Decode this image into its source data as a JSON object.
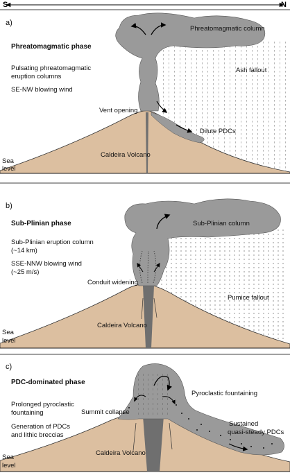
{
  "axis": {
    "left": "S",
    "right": "N"
  },
  "colors": {
    "ground": "#dcbfa0",
    "plume": "#9a9a9a",
    "plume_dark": "#7c7c7c",
    "conduit": "#6f6f6f"
  },
  "panels": [
    {
      "letter": "a)",
      "phase_title": "Phreatomagmatic phase",
      "notes": [
        "Pulsating phreatomagmatic",
        "eruption columns",
        "SE-NW blowing wind"
      ],
      "labels": {
        "column": "Phreatomagmatic column",
        "fallout": "Ash fallout",
        "vent": "Vent opening",
        "pdc": "Dilute PDCs",
        "volcano": "Caldeira Volcano",
        "sea": "Sea",
        "level": "level"
      }
    },
    {
      "letter": "b)",
      "phase_title": "Sub-Plinian phase",
      "notes": [
        "Sub-Plinian eruption column",
        "(~14 km)",
        "SSE-NNW blowing wind",
        "(~25 m/s)"
      ],
      "labels": {
        "column": "Sub-Plinian column",
        "fallout": "Pumice fallout",
        "conduit": "Conduit widening",
        "volcano": "Caldeira Volcano",
        "sea": "Sea",
        "level": "level"
      }
    },
    {
      "letter": "c)",
      "phase_title": "PDC-dominated phase",
      "notes": [
        "Prolonged pyroclastic",
        "fountaining",
        "Generation of PDCs",
        "and lithic breccias"
      ],
      "labels": {
        "summit": "Summit collapse",
        "fountain": "Pyroclastic fountaining",
        "pdc1": "Sustained",
        "pdc2": "quasi-steady PDCs",
        "volcano": "Caldeira Volcano",
        "sea": "Sea",
        "level": "level"
      }
    }
  ]
}
